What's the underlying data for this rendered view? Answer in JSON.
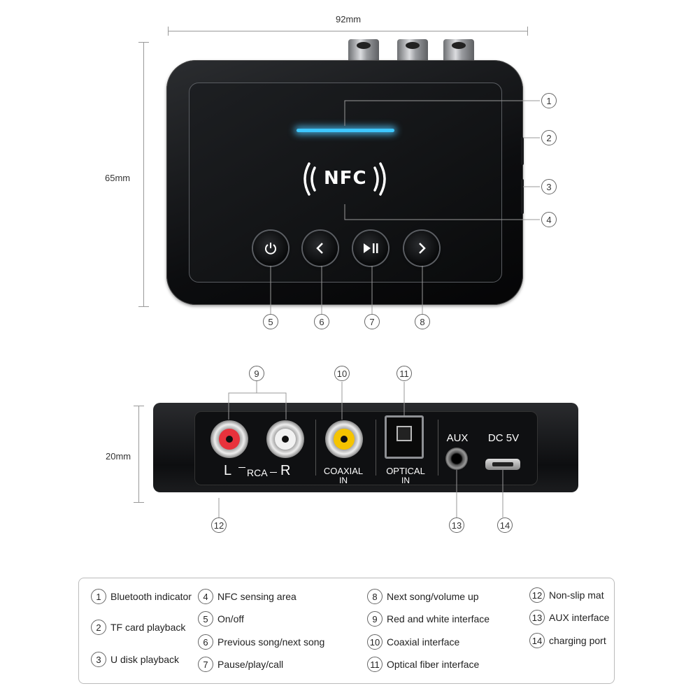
{
  "dimensions": {
    "width": "92mm",
    "height": "65mm",
    "depth": "20mm"
  },
  "device": {
    "nfc_label": "NFC",
    "ports": {
      "rca_left": "L",
      "rca_mid": "RCA",
      "rca_right": "R",
      "coaxial_1": "COAXIAL",
      "coaxial_2": "IN",
      "optical_1": "OPTICAL",
      "optical_2": "IN",
      "aux": "AUX",
      "dc": "DC 5V"
    },
    "colors": {
      "led": "#3ec7ff",
      "rca_left": "#e8323c",
      "rca_right": "#f2f2f2",
      "coaxial": "#f5c400"
    }
  },
  "callouts": [
    "1",
    "2",
    "3",
    "4",
    "5",
    "6",
    "7",
    "8",
    "9",
    "10",
    "11",
    "12",
    "13",
    "14"
  ],
  "legend": [
    {
      "num": "1",
      "label": "Bluetooth indicator"
    },
    {
      "num": "2",
      "label": "TF card playback"
    },
    {
      "num": "3",
      "label": "U disk playback"
    },
    {
      "num": "4",
      "label": "NFC sensing area"
    },
    {
      "num": "5",
      "label": "On/off"
    },
    {
      "num": "6",
      "label": "Previous song/next song"
    },
    {
      "num": "7",
      "label": "Pause/play/call"
    },
    {
      "num": "8",
      "label": "Next song/volume up"
    },
    {
      "num": "9",
      "label": "Red and white interface"
    },
    {
      "num": "10",
      "label": "Coaxial interface"
    },
    {
      "num": "11",
      "label": "Optical fiber interface"
    },
    {
      "num": "12",
      "label": "Non-slip mat"
    },
    {
      "num": "13",
      "label": "AUX interface"
    },
    {
      "num": "14",
      "label": "charging port"
    }
  ],
  "icons": [
    "power-icon",
    "chevron-left-icon",
    "play-pause-icon",
    "chevron-right-icon",
    "nfc-icon"
  ]
}
